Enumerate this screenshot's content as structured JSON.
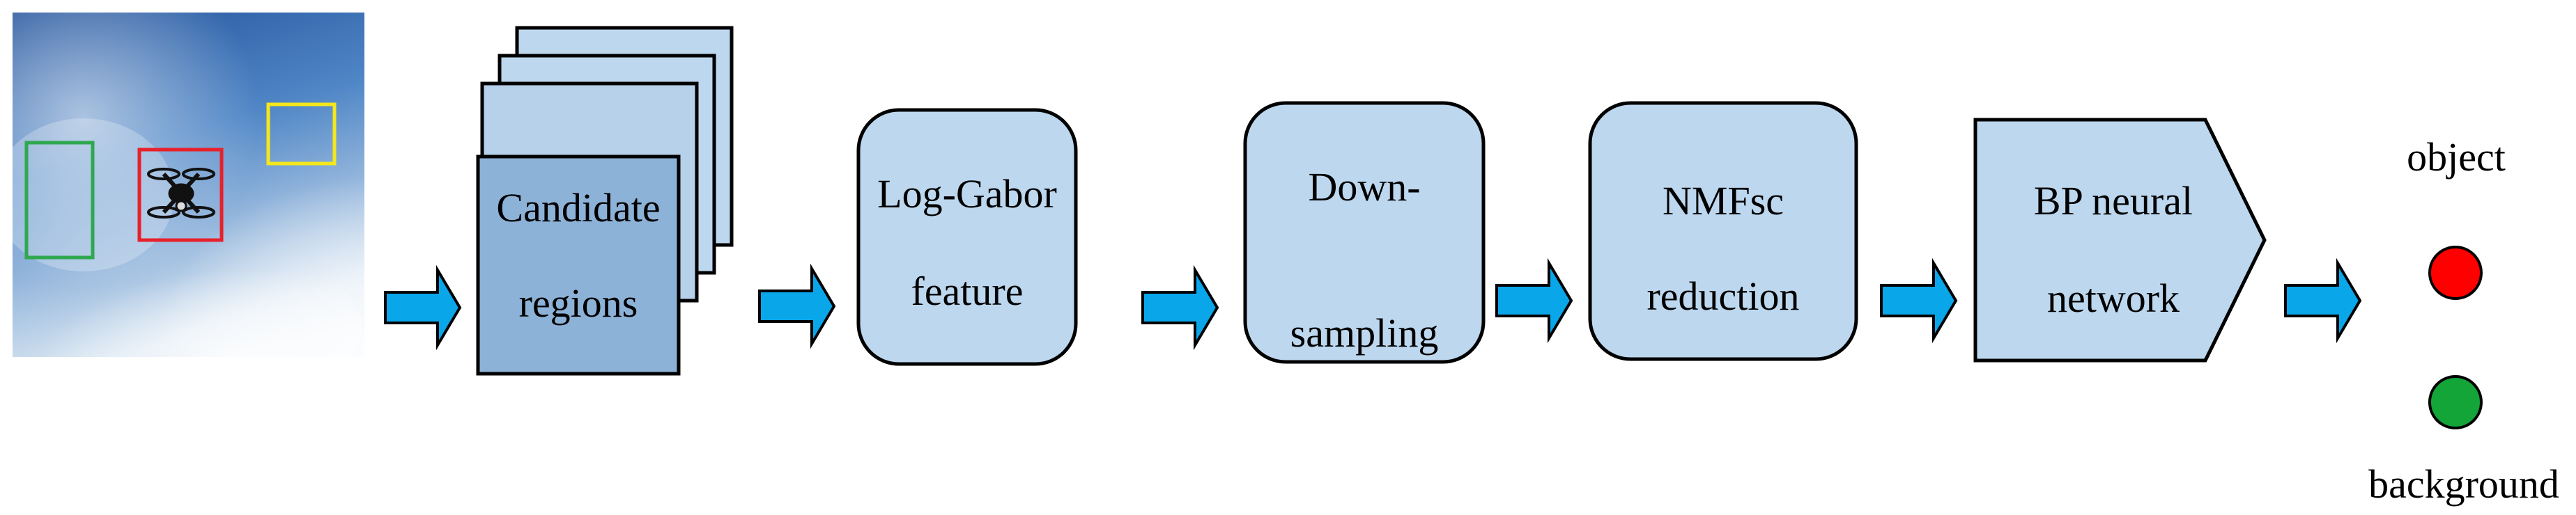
{
  "stages": {
    "candidate": {
      "line1": "Candidate",
      "line2": "regions"
    },
    "loggabor": {
      "line1": "Log-Gabor",
      "line2": "feature"
    },
    "downsampling": {
      "line1": "Down-",
      "line2": "sampling"
    },
    "nmfsc": {
      "line1": "NMFsc",
      "line2": "reduction"
    },
    "bp": {
      "line1": "BP neural",
      "line2": "network"
    }
  },
  "outputs": {
    "object_label": "object",
    "background_label": "background"
  },
  "colors": {
    "sky_top": "#2a5ea8",
    "sky_bottom": "#e6eef6",
    "box_fill": "#bdd7ee",
    "box_fill_front": "#8db2d8",
    "arrow_fill": "#0aa6ea",
    "object_dot": "#ff0000",
    "background_dot": "#13a538",
    "region_green": "#2fa84f",
    "region_red": "#e8202a",
    "region_yellow": "#f5e71a"
  }
}
